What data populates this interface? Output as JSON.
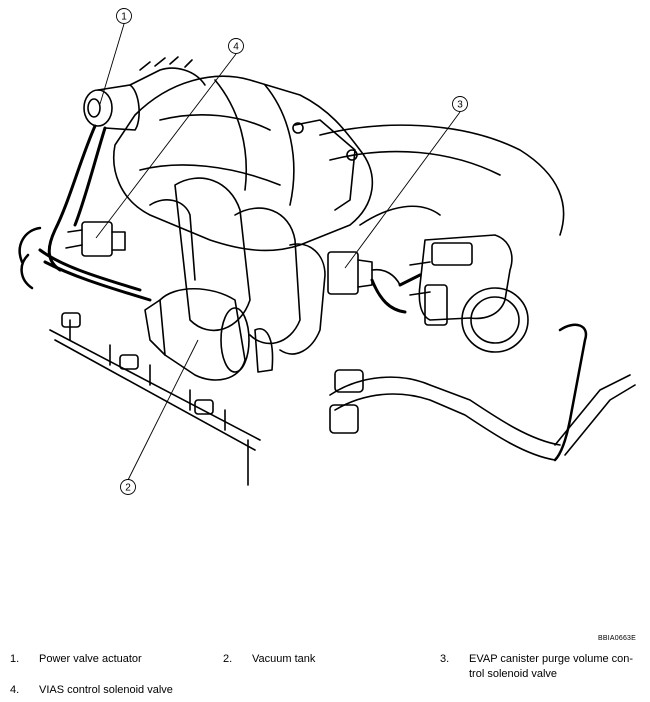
{
  "figure_code": "BBIA0663E",
  "callouts": [
    "1",
    "2",
    "3",
    "4"
  ],
  "legend": [
    {
      "num": "1.",
      "text": "Power valve actuator"
    },
    {
      "num": "2.",
      "text": "Vacuum tank"
    },
    {
      "num": "3.",
      "text": "EVAP canister purge volume con-trol solenoid valve"
    },
    {
      "num": "4.",
      "text": "VIAS control solenoid valve"
    }
  ]
}
